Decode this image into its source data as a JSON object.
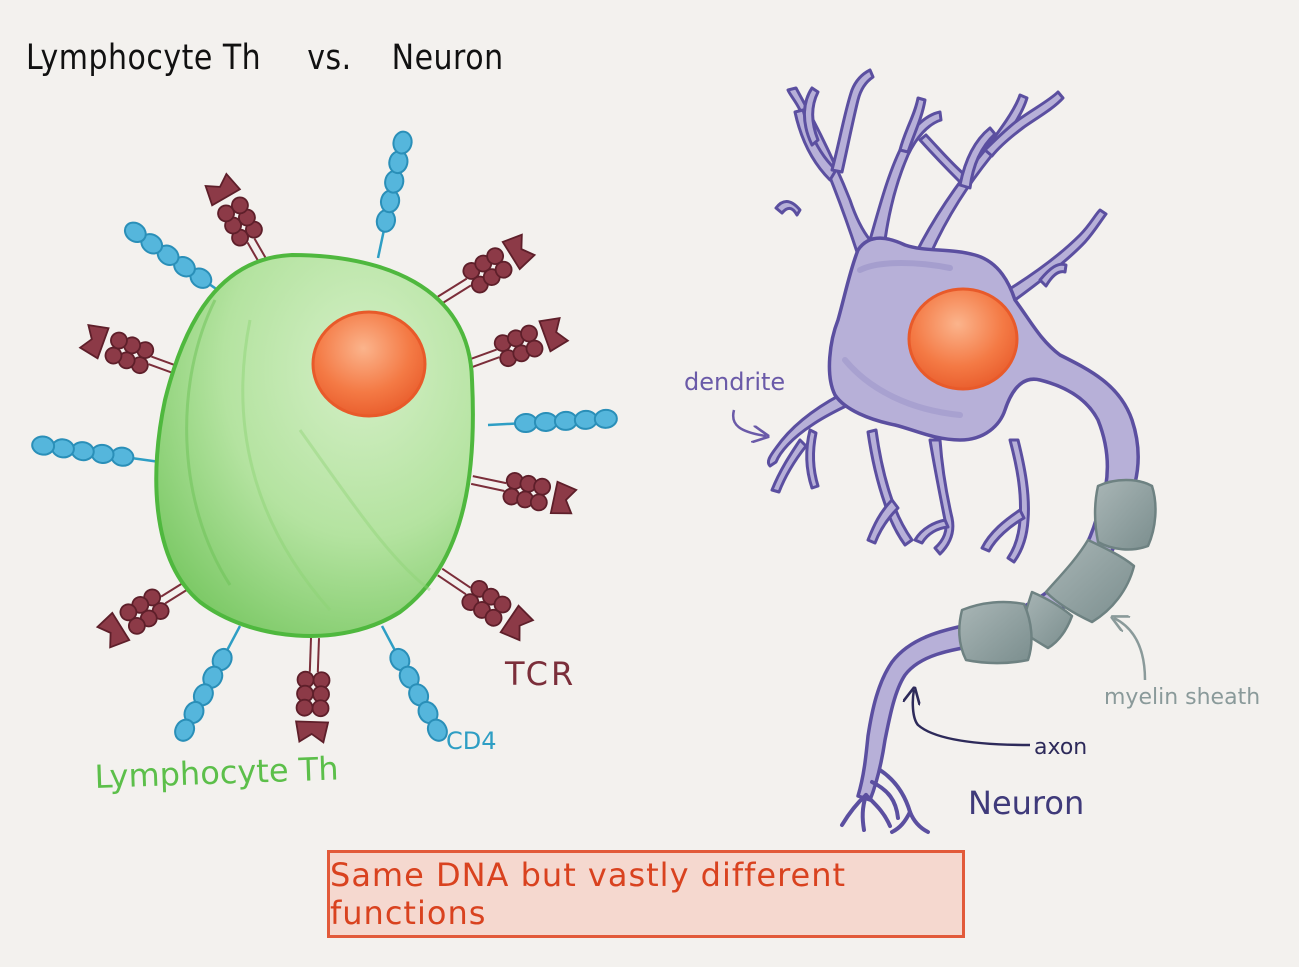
{
  "title": {
    "left": "Lymphocyte Th",
    "vs": "vs.",
    "right": "Neuron"
  },
  "lymphocyte": {
    "label": "Lymphocyte Th",
    "tcr_label": "TCR",
    "cd4_label": "CD4"
  },
  "neuron": {
    "label": "Neuron",
    "dendrite_label": "dendrite",
    "myelin_label": "myelin sheath",
    "axon_label": "axon"
  },
  "caption": "Same DNA but vastly different functions",
  "colors": {
    "background": "#f3f1ee",
    "cell_fill": "#a6dd92",
    "cell_outline": "#4fb83e",
    "nucleus": "#f26a36",
    "tcr": "#7b2e3a",
    "cd4": "#55b6dc",
    "neuron_fill": "#b7b0d8",
    "neuron_outline": "#5b4fa0",
    "myelin": "#8d9f9f",
    "caption_border": "#e25a3a",
    "caption_fill": "#f5d8cf",
    "caption_text": "#d9421f"
  }
}
